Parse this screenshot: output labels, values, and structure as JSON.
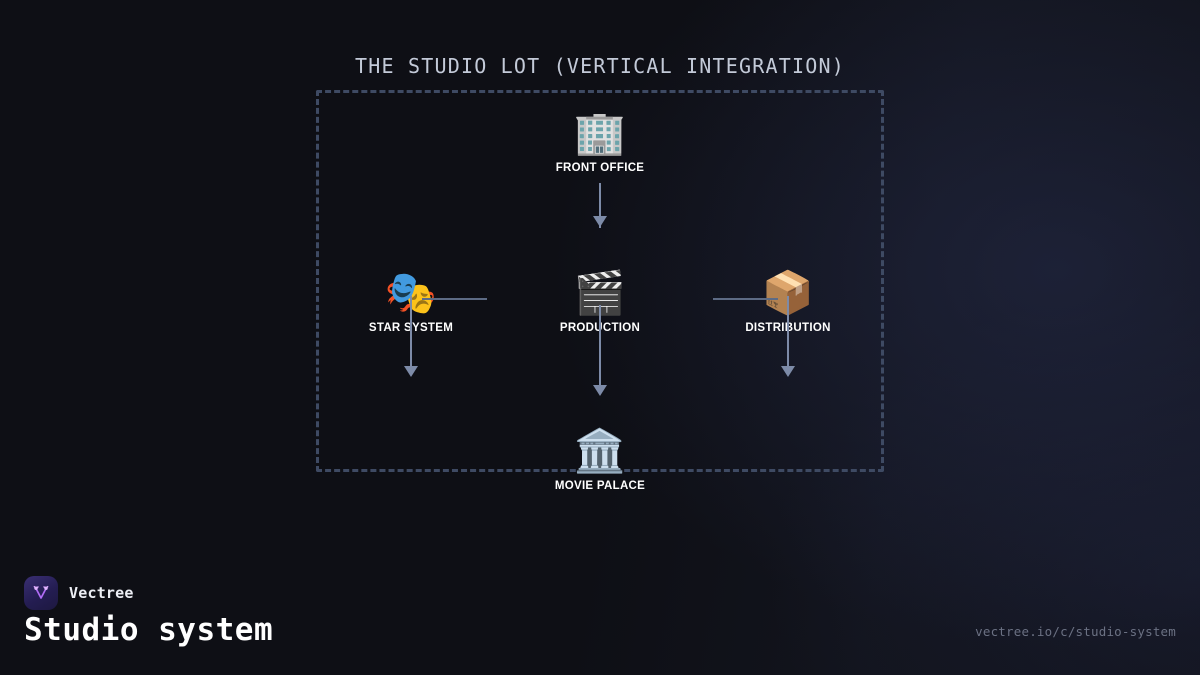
{
  "diagram": {
    "title": "THE STUDIO LOT (VERTICAL INTEGRATION)",
    "nodes": [
      {
        "id": "front-office",
        "label": "FRONT OFFICE",
        "icon": "office-building-emoji",
        "glyph": "🏢"
      },
      {
        "id": "star-system",
        "label": "STAR SYSTEM",
        "icon": "performing-arts-emoji",
        "glyph": "🎭"
      },
      {
        "id": "production",
        "label": "PRODUCTION",
        "icon": "clapper-board-emoji",
        "glyph": "🎬"
      },
      {
        "id": "distribution",
        "label": "DISTRIBUTION",
        "icon": "package-emoji",
        "glyph": "📦"
      },
      {
        "id": "movie-palace",
        "label": "MOVIE PALACE",
        "icon": "classical-building-emoji",
        "glyph": "🏛️"
      }
    ],
    "colors": {
      "connector": "#7d8ba8",
      "boundary": "#3e4a63",
      "title": "#c3cad8",
      "label": "#ffffff"
    }
  },
  "footer": {
    "brand_name": "Vectree",
    "deck_title": "Studio system",
    "url": "vectree.io/c/studio-system",
    "logo_icon": "vectree-branch-logo",
    "accent": "#b06cf5"
  }
}
